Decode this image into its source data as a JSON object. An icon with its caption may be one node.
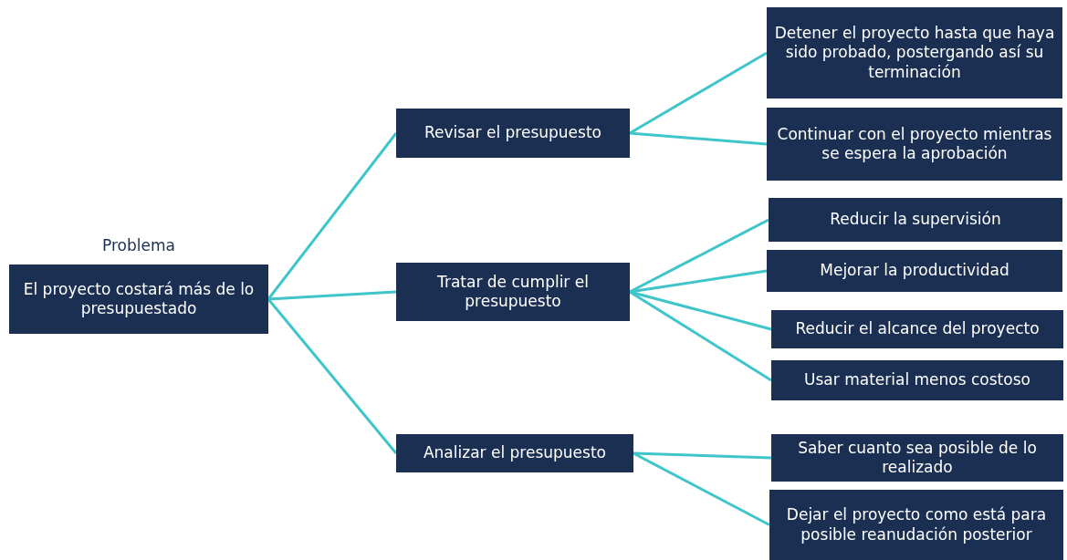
{
  "diagram": {
    "nodes": [
      {
        "text": [
          "Problema",
          "El proyecto costará más de lo presupuestado"
        ]
      },
      {
        "text": [
          "Revisar el presupuesto"
        ]
      },
      {
        "text": [
          "Detener el proyecto hasta que haya sido probado, postergando así su terminación"
        ]
      },
      {
        "text": [
          "Continuar con el proyecto mientras se espera la aprobación"
        ]
      },
      {
        "text": [
          "Tratar de cumplir el presupuesto"
        ]
      },
      {
        "text": [
          "Reducir la supervisión"
        ]
      },
      {
        "text": [
          "Mejorar la productividad"
        ]
      },
      {
        "text": [
          "Reducir el alcance del proyecto"
        ]
      },
      {
        "text": [
          "Usar material menos costoso"
        ]
      },
      {
        "text": [
          "Analizar el presupuesto"
        ]
      },
      {
        "text": [
          "Saber cuanto sea posible de lo realizado"
        ]
      },
      {
        "text": [
          "Dejar el proyecto como está para posible reanudación posterior"
        ]
      }
    ],
    "edges": [
      {
        "from": 0,
        "to": 1,
        "arrow": "none"
      },
      {
        "from": 0,
        "to": 4,
        "arrow": "none"
      },
      {
        "from": 0,
        "to": 9,
        "arrow": "none"
      },
      {
        "from": 1,
        "to": 2,
        "arrow": "none"
      },
      {
        "from": 1,
        "to": 3,
        "arrow": "none"
      },
      {
        "from": 4,
        "to": 5,
        "arrow": "none"
      },
      {
        "from": 4,
        "to": 6,
        "arrow": "none"
      },
      {
        "from": 4,
        "to": 7,
        "arrow": "none"
      },
      {
        "from": 4,
        "to": 8,
        "arrow": "none"
      },
      {
        "from": 9,
        "to": 10,
        "arrow": "none"
      },
      {
        "from": 9,
        "to": 11,
        "arrow": "none"
      }
    ]
  }
}
